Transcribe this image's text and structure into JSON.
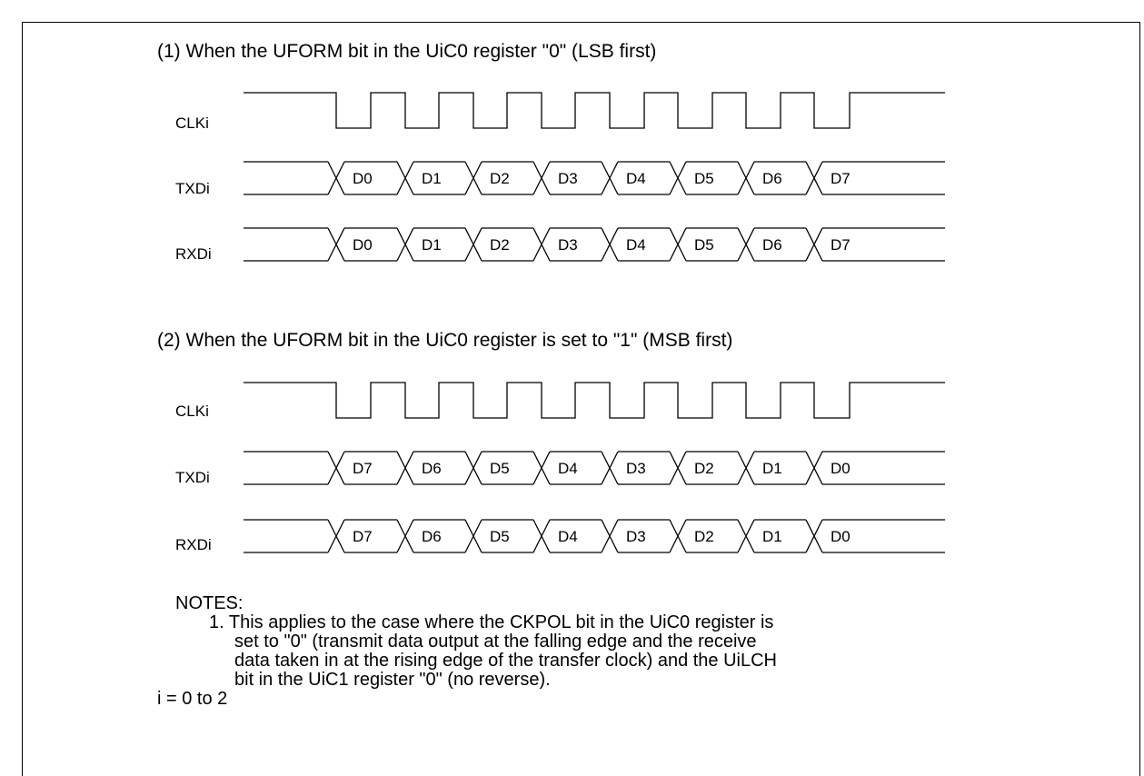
{
  "section1": {
    "heading": "(1) When the UFORM bit in the UiC0 register \"0\" (LSB first)",
    "signals": [
      {
        "name": "CLKi"
      },
      {
        "name": "TXDi",
        "bits": [
          "D0",
          "D1",
          "D2",
          "D3",
          "D4",
          "D5",
          "D6",
          "D7"
        ]
      },
      {
        "name": "RXDi",
        "bits": [
          "D0",
          "D1",
          "D2",
          "D3",
          "D4",
          "D5",
          "D6",
          "D7"
        ]
      }
    ]
  },
  "section2": {
    "heading": "(2) When the UFORM bit in the UiC0 register is set to \"1\" (MSB first)",
    "signals": [
      {
        "name": "CLKi"
      },
      {
        "name": "TXDi",
        "bits": [
          "D7",
          "D6",
          "D5",
          "D4",
          "D3",
          "D2",
          "D1",
          "D0"
        ]
      },
      {
        "name": "RXDi",
        "bits": [
          "D7",
          "D6",
          "D5",
          "D4",
          "D3",
          "D2",
          "D1",
          "D0"
        ]
      }
    ]
  },
  "notes": {
    "title": "NOTES:",
    "lines": [
      "1. This applies to the case where the CKPOL bit in the UiC0 register is",
      "set to \"0\" (transmit data output at the falling edge and the receive",
      "data taken in at the rising edge of the transfer clock) and the UiLCH",
      "bit in the UiC1 register \"0\" (no reverse)."
    ],
    "footer": "i = 0 to 2"
  }
}
